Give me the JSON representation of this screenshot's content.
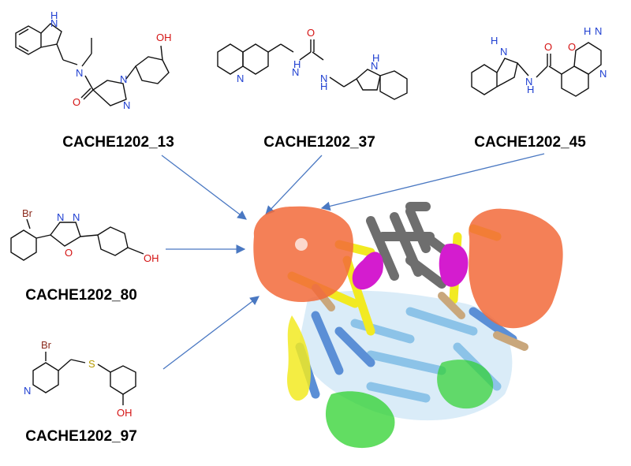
{
  "compounds": [
    {
      "label": "CACHE1202_13"
    },
    {
      "label": "CACHE1202_37"
    },
    {
      "label": "CACHE1202_45"
    },
    {
      "label": "CACHE1202_80"
    },
    {
      "label": "CACHE1202_97"
    }
  ],
  "atoms": {
    "nh": "H",
    "n": "N",
    "o": "O",
    "oh": "OH",
    "s": "S",
    "br": "Br"
  },
  "colors": {
    "arrow": "#4a78c2",
    "nitrogen": "#1f3fd1",
    "oxygen": "#d41313",
    "sulfur": "#b59a00",
    "bromine": "#8b2a1c",
    "ligand_surface": "#f26a3a",
    "helix_yellow": "#f2ea22",
    "helix_gray": "#6e6e6e",
    "helix_magenta": "#d41ccf",
    "helix_blue": "#5b8fd6",
    "helix_lightblue": "#8cc3e8",
    "helix_green": "#2ed12e",
    "helix_tan": "#c9a77c"
  }
}
